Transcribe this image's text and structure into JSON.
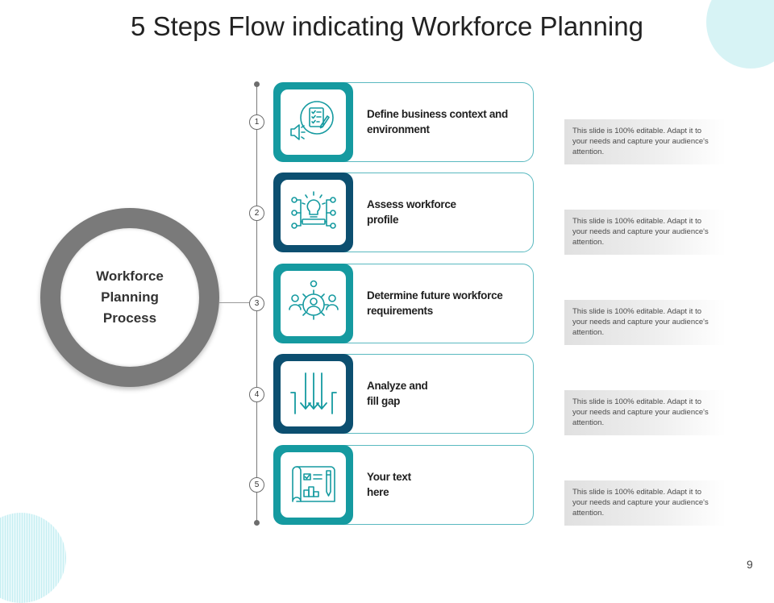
{
  "title": "5 Steps Flow indicating Workforce Planning",
  "center_label": "Workforce Planning Process",
  "page_number": "9",
  "colors": {
    "teal": "#159aa0",
    "navy": "#0c4f70",
    "ring": "#7a7a7a",
    "card_border": "#5ab9c0"
  },
  "steps": [
    {
      "number": "1",
      "label": "Define business context and environment",
      "icon": "checklist-megaphone-icon",
      "note": "This slide is 100% editable. Adapt it to your needs and capture your audience's attention."
    },
    {
      "number": "2",
      "label": "Assess workforce profile",
      "icon": "lightbulb-network-icon",
      "note": "This slide is 100% editable. Adapt it to your needs and capture your audience's attention."
    },
    {
      "number": "3",
      "label": "Determine future workforce requirements",
      "icon": "team-gear-icon",
      "note": "This slide is 100% editable. Adapt it to your needs and capture your audience's attention."
    },
    {
      "number": "4",
      "label": "Analyze and fill gap",
      "icon": "arrows-down-gap-icon",
      "note": "This slide is 100% editable. Adapt it to your needs and capture your audience's attention."
    },
    {
      "number": "5",
      "label": "Your text here",
      "icon": "blueprint-pencil-icon",
      "note": "This slide is 100% editable. Adapt it to your needs and capture your audience's attention."
    }
  ]
}
